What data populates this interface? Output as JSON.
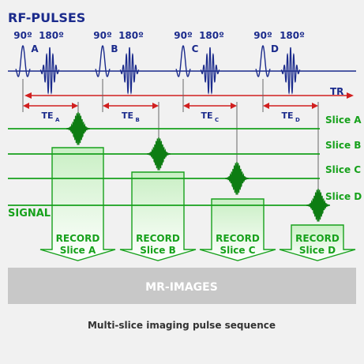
{
  "header": {
    "title": "RF-PULSES"
  },
  "pulses": [
    {
      "id": "A",
      "angle_90": "90º",
      "angle_180": "180º"
    },
    {
      "id": "B",
      "angle_90": "90º",
      "angle_180": "180º"
    },
    {
      "id": "C",
      "angle_90": "90º",
      "angle_180": "180º"
    },
    {
      "id": "D",
      "angle_90": "90º",
      "angle_180": "180º"
    }
  ],
  "tr_label": "TR",
  "te_labels": [
    {
      "main": "TE",
      "sub": "A"
    },
    {
      "main": "TE",
      "sub": "B"
    },
    {
      "main": "TE",
      "sub": "C"
    },
    {
      "main": "TE",
      "sub": "D"
    }
  ],
  "slices": [
    "Slice A",
    "Slice B",
    "Slice C",
    "Slice D"
  ],
  "signal_label": "SIGNAL",
  "records": [
    {
      "line1": "RECORD",
      "line2": "Slice A"
    },
    {
      "line1": "RECORD",
      "line2": "Slice B"
    },
    {
      "line1": "RECORD",
      "line2": "Slice C"
    },
    {
      "line1": "RECORD",
      "line2": "Slice D"
    }
  ],
  "mr_images": "MR-IMAGES",
  "caption": "Multi-slice imaging pulse sequence",
  "colors": {
    "blue": "#1b2b8c",
    "red": "#d11f1f",
    "green": "#17a11c",
    "dark_green": "#0d7d12"
  }
}
